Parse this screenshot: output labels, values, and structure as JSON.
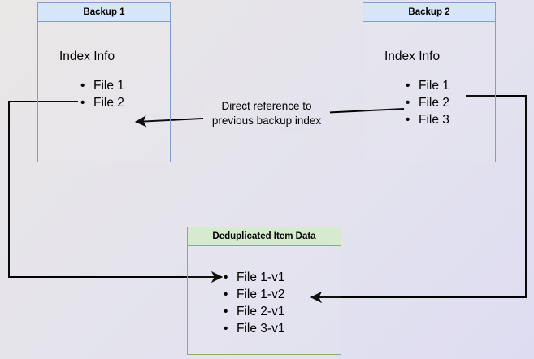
{
  "diagram": {
    "title": "Backup index deduplication reference diagram",
    "colors": {
      "blue_border": "#7e9fcd",
      "blue_header_fill": "#d7e5f8",
      "green_border": "#84b365",
      "green_header_fill": "#d6eacf",
      "arrow": "#000000",
      "background_start": "#e9e6e6",
      "background_end": "#dedcf1"
    }
  },
  "backup1": {
    "header": "Backup 1",
    "section_label": "Index Info",
    "items": [
      "File 1",
      "File 2"
    ]
  },
  "backup2": {
    "header": "Backup 2",
    "section_label": "Index Info",
    "items": [
      "File 1",
      "File 2",
      "File 3"
    ]
  },
  "dedup": {
    "header": "Deduplicated Item Data",
    "items": [
      "File 1-v1",
      "File 1-v2",
      "File 2-v1",
      "File 3-v1"
    ]
  },
  "caption": {
    "line1": "Direct reference to",
    "line2": "previous backup index"
  },
  "connectors": [
    {
      "name": "backup1-to-dedup",
      "from": "Backup 1 index item list",
      "to": "File 1-v1 in Deduplicated Item Data",
      "arrowhead": "right"
    },
    {
      "name": "backup2-to-backup1-index",
      "from": "Backup 2 index item list",
      "to": "File 2 in Backup 1 index",
      "arrowhead": "left"
    },
    {
      "name": "backup2-to-dedup",
      "from": "Backup 2 index item list",
      "to": "File 1-v2 in Deduplicated Item Data",
      "arrowhead": "left"
    }
  ]
}
